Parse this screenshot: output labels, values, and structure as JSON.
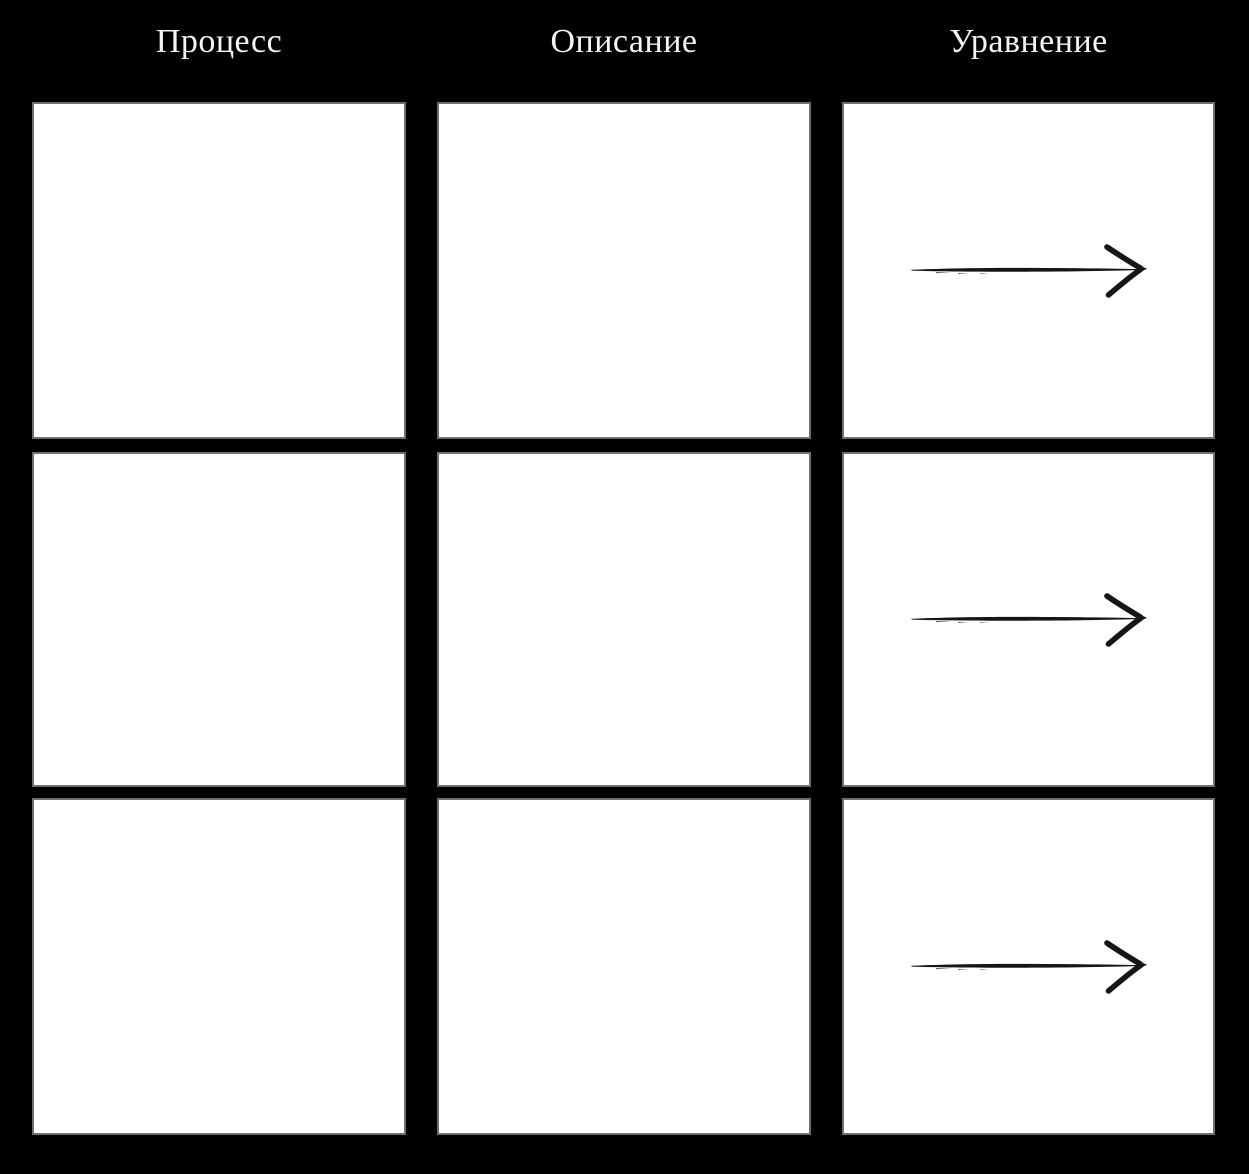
{
  "page": {
    "background_color": "#000000",
    "cell_background_color": "#ffffff",
    "cell_border_color": "#6f6f6f",
    "header_text_color": "#f5f5f5",
    "arrow_color": "#161616"
  },
  "columns": [
    {
      "label": "Процесс"
    },
    {
      "label": "Описание"
    },
    {
      "label": "Уравнение"
    }
  ],
  "grid": {
    "rows": 3,
    "columns": 3,
    "cells": [
      {
        "row": 1,
        "column_label": "Процесс",
        "content": "empty"
      },
      {
        "row": 1,
        "column_label": "Описание",
        "content": "empty"
      },
      {
        "row": 1,
        "column_label": "Уравнение",
        "content": "arrow-right-icon"
      },
      {
        "row": 2,
        "column_label": "Процесс",
        "content": "empty"
      },
      {
        "row": 2,
        "column_label": "Описание",
        "content": "empty"
      },
      {
        "row": 2,
        "column_label": "Уравнение",
        "content": "arrow-right-icon"
      },
      {
        "row": 3,
        "column_label": "Процесс",
        "content": "empty"
      },
      {
        "row": 3,
        "column_label": "Описание",
        "content": "empty"
      },
      {
        "row": 3,
        "column_label": "Уравнение",
        "content": "arrow-right-icon"
      }
    ]
  }
}
